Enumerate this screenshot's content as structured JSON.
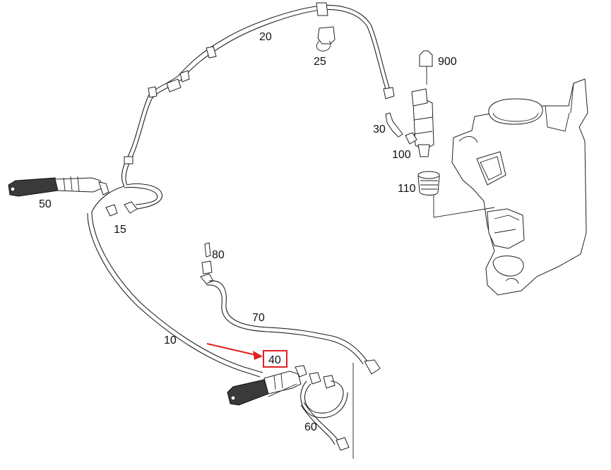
{
  "diagram": {
    "part_labels": [
      {
        "key": "p20",
        "text": "20"
      },
      {
        "key": "p25",
        "text": "25"
      },
      {
        "key": "p900",
        "text": "900"
      },
      {
        "key": "p30",
        "text": "30"
      },
      {
        "key": "p100",
        "text": "100"
      },
      {
        "key": "p110",
        "text": "110"
      },
      {
        "key": "p50",
        "text": "50"
      },
      {
        "key": "p15",
        "text": "15"
      },
      {
        "key": "p80",
        "text": "80"
      },
      {
        "key": "p70",
        "text": "70"
      },
      {
        "key": "p10",
        "text": "10"
      },
      {
        "key": "p40",
        "text": "40"
      },
      {
        "key": "p60",
        "text": "60"
      }
    ],
    "highlighted_part": "40",
    "highlight_color": "#e02020",
    "line_color": "#222222"
  }
}
